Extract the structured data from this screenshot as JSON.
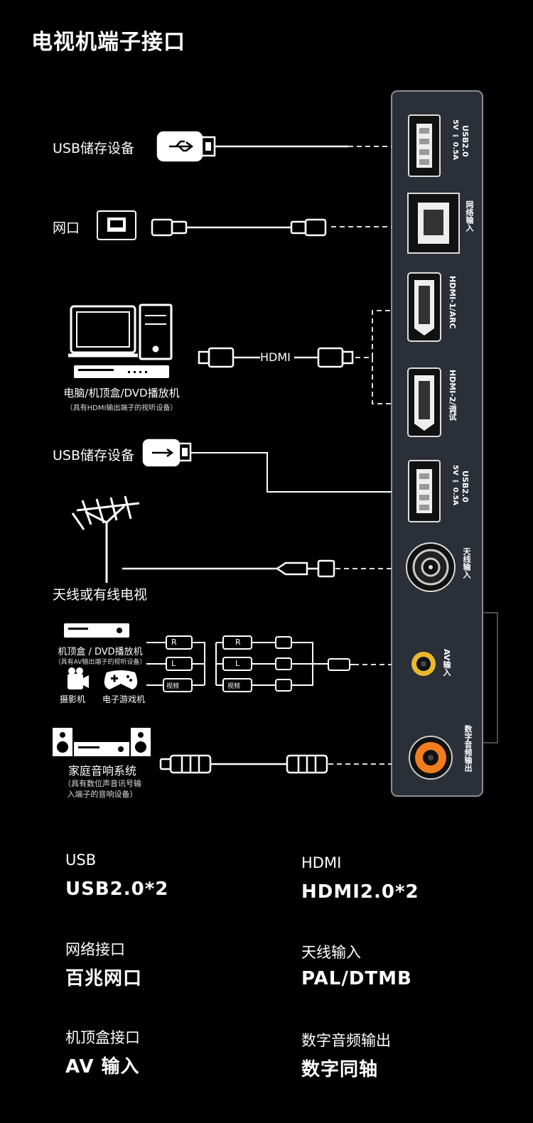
{
  "title": "电视机端子接口",
  "devices": {
    "usb1": "USB储存设备",
    "lan": "网口",
    "pc": "电脑/机顶盒/DVD播放机",
    "pc_sub": "（具有HDMI输出端子的视听设备）",
    "hdmi_cable": "HDMI",
    "usb2": "USB储存设备",
    "antenna": "天线或有线电视",
    "stb": "机顶盒 / DVD播放机",
    "stb_sub": "（具有AV输出端子的视听设备）",
    "camera": "摄影机",
    "game": "电子游戏机",
    "av_r": "R",
    "av_l": "L",
    "av_v": "视频",
    "home": "家庭音响系统",
    "home_sub1": "（具有数位声音讯号输",
    "home_sub2": "入端子的音响设备）"
  },
  "ports": {
    "usb_a": "USB2.0",
    "usb_a2": "5V ⎓ 0.5A",
    "lan": "网络输入",
    "hdmi1": "HDMI-1/ARC",
    "hdmi2": "HDMI-2/调试",
    "usb_b": "USB2.0",
    "usb_b2": "5V ⎓ 0.5A",
    "ant": "天线输入",
    "av": "AV输入",
    "spdif": "数字音频输出"
  },
  "specs": [
    {
      "key": "USB",
      "value": "USB2.0*2"
    },
    {
      "key": "HDMI",
      "value": "HDMI2.0*2"
    },
    {
      "key": "网络接口",
      "value": "百兆网口"
    },
    {
      "key": "天线输入",
      "value": "PAL/DTMB"
    },
    {
      "key": "机顶盒接口",
      "value": "AV 输入"
    },
    {
      "key": "数字音频输出",
      "value": "数字同轴"
    }
  ],
  "colors": {
    "panel": "#2b2f38",
    "panel_border": "#8a8f99",
    "spdif": "#f07d1e",
    "av": "#e8b92e"
  }
}
